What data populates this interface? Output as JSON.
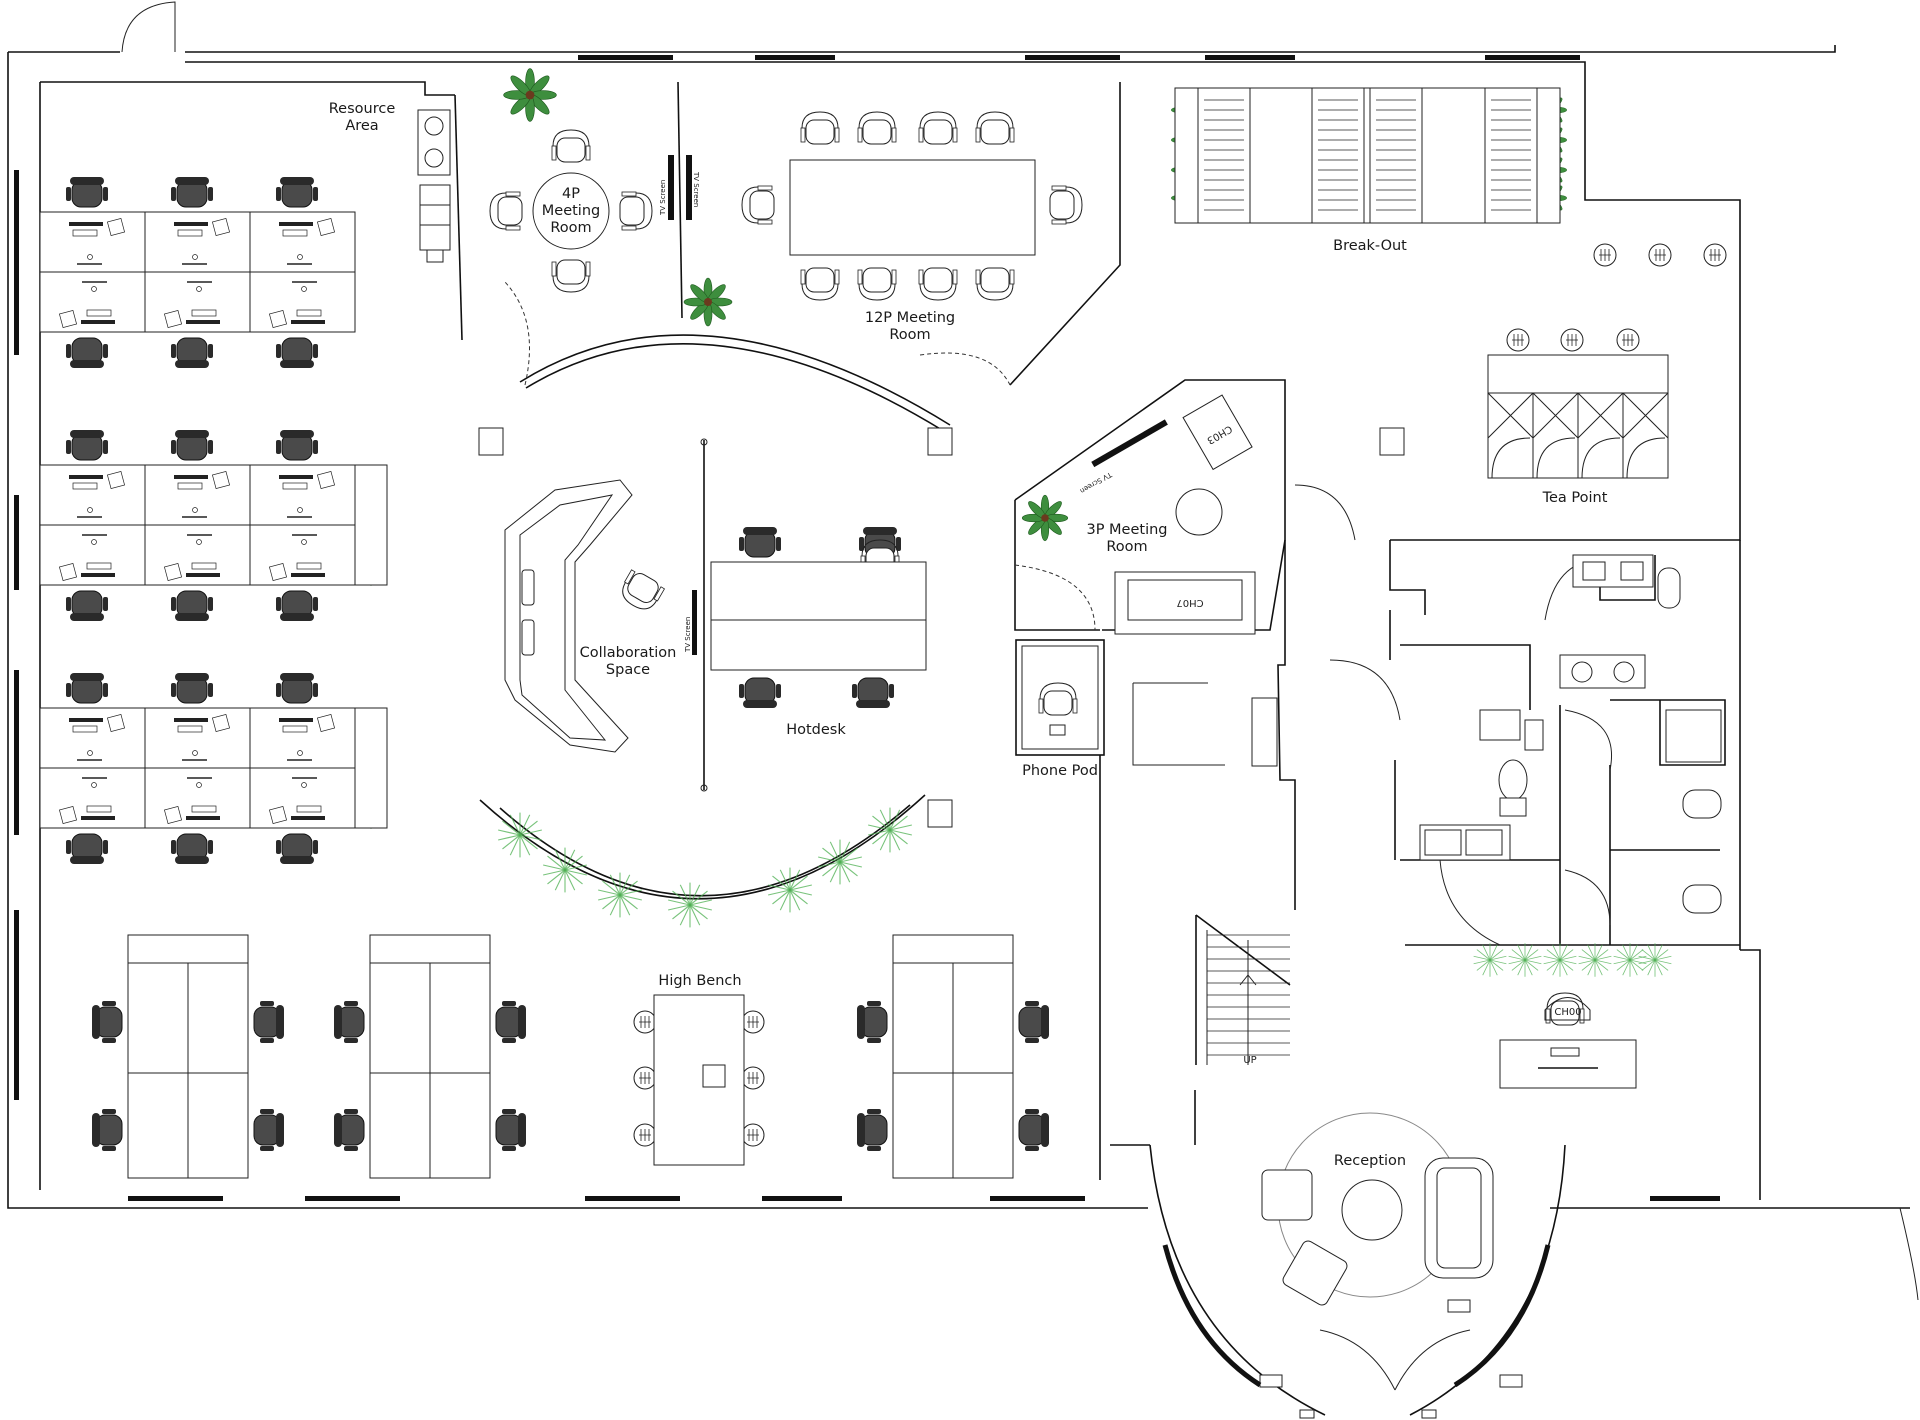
{
  "plan": {
    "labels": {
      "resource_area": [
        "Resource",
        "Area"
      ],
      "meeting_4p": [
        "4P",
        "Meeting",
        "Room"
      ],
      "meeting_12p": [
        "12P Meeting",
        "Room"
      ],
      "break_out": "Break-Out",
      "tea_point": "Tea Point",
      "meeting_3p": [
        "3P Meeting",
        "Room"
      ],
      "collaboration": [
        "Collaboration",
        "Space"
      ],
      "hotdesk": "Hotdesk",
      "phone_pod": "Phone Pod",
      "high_bench": "High Bench",
      "reception": "Reception"
    },
    "small_labels": {
      "tv_screen": "TV Screen",
      "stair_up": "UP",
      "ch03": "CH03",
      "ch07": "CH07",
      "ch00": "CH00"
    },
    "colors": {
      "wall": "#111111",
      "chair": "#4a4a4a",
      "plant": "#3e8e3e",
      "planter_light": "#4caf50"
    }
  }
}
